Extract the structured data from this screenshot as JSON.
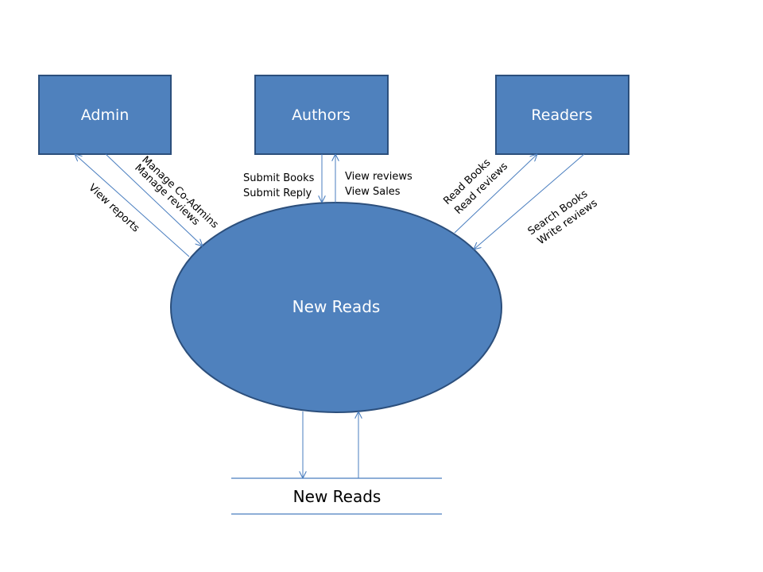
{
  "entities": {
    "admin": {
      "label": "Admin"
    },
    "authors": {
      "label": "Authors"
    },
    "readers": {
      "label": "Readers"
    }
  },
  "process": {
    "label": "New Reads"
  },
  "datastore": {
    "label": "New Reads"
  },
  "flows": {
    "admin_down": [
      "Manage Co-Admins",
      "Manage reviews"
    ],
    "admin_up": [
      "View reports"
    ],
    "authors_down": [
      "Submit Books",
      "Submit Reply"
    ],
    "authors_up": [
      "View reviews",
      "View Sales"
    ],
    "readers_up": [
      "Read Books",
      "Read reviews"
    ],
    "readers_down": [
      "Search Books",
      "Write reviews"
    ]
  },
  "colors": {
    "box_fill": "#4f81bd",
    "box_stroke": "#2c4f7c",
    "line": "#4a7ebf"
  }
}
